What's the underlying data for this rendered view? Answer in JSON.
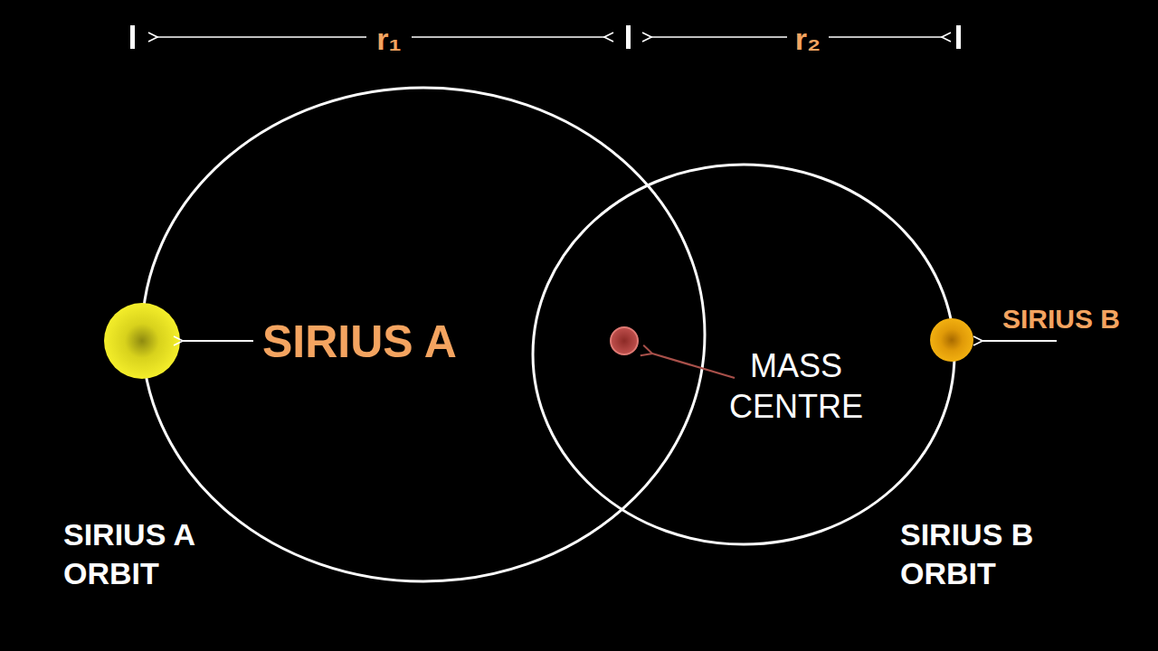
{
  "diagram": {
    "labels": [
      "r₁",
      "r₂",
      "SIRIUS A",
      "MASS CENTRE",
      "SIRIUS B",
      "SIRIUS A ORBIT",
      "SIRIUS B ORBIT"
    ]
  }
}
